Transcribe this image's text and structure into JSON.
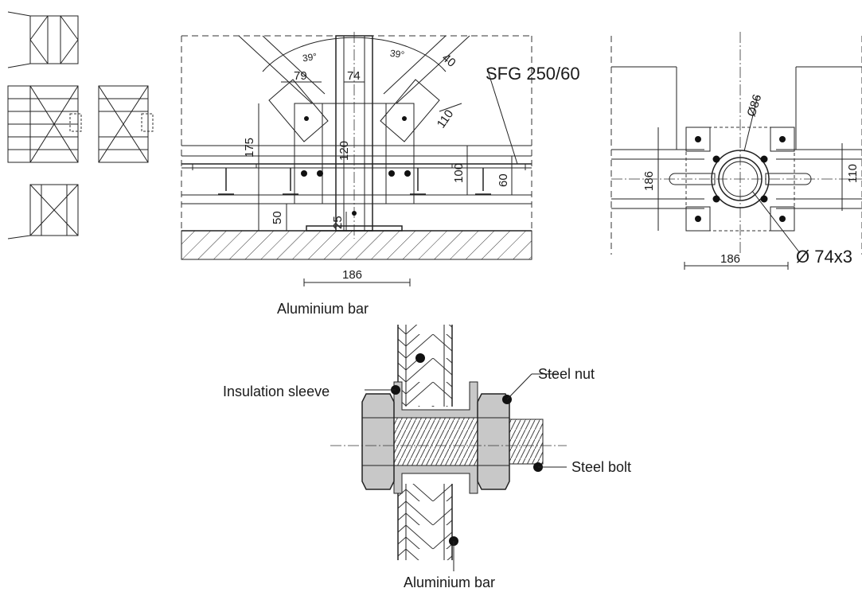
{
  "section": {
    "dims": {
      "a39_left": "39°",
      "a39_right": "39°",
      "d40": "40",
      "d79": "79",
      "d74": "74",
      "d110": "110",
      "d175": "175",
      "d120": "120",
      "d100": "100",
      "d60": "60",
      "d50": "50",
      "d25": "25",
      "d186": "186"
    },
    "profile_label": "SFG 250/60",
    "bar_label": "Aluminium bar"
  },
  "plan": {
    "dims": {
      "dia86": "Ø86",
      "d186_side": "186",
      "d110_side": "110",
      "d186_bottom": "186"
    },
    "tube_label": "Ø 74x3"
  },
  "bolt_detail": {
    "insulation_sleeve": "Insulation sleeve",
    "steel_nut": "Steel nut",
    "steel_bolt": "Steel bolt",
    "bottom_bar": "Aluminium bar"
  },
  "colors": {
    "steel_fill": "#c8c8c8",
    "line": "#222222"
  }
}
